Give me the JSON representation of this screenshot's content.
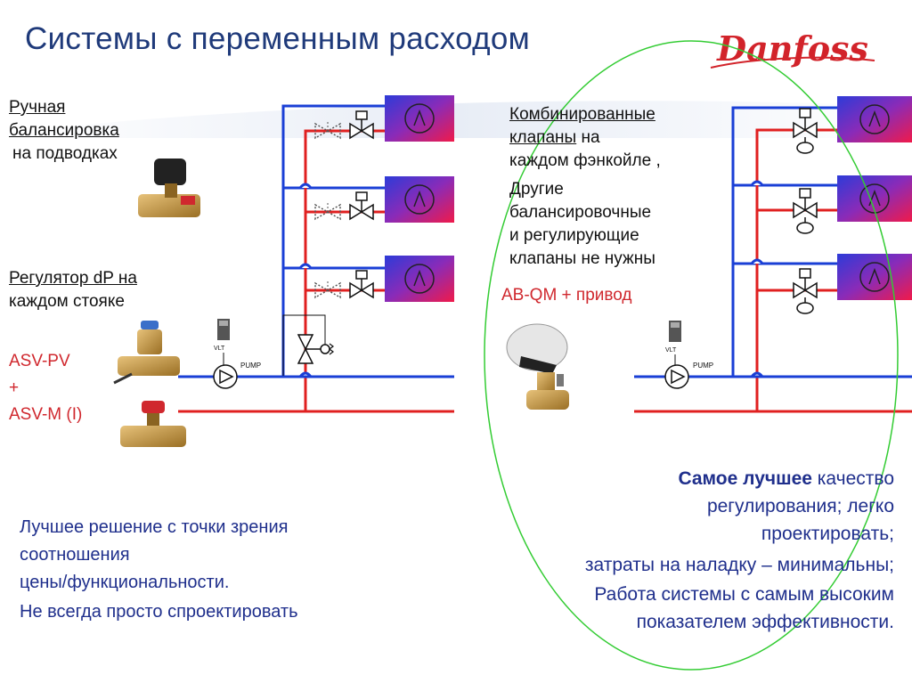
{
  "title": "Системы с переменным расходом",
  "logo": {
    "text": "Danfoss"
  },
  "left_panel": {
    "manual_balancing_line1": "Ручная",
    "manual_balancing_line2": "балансировка",
    "manual_balancing_line3": "на подводках",
    "dp_regulator_line1": "Регулятор dP на",
    "dp_regulator_line2": "каждом стояке",
    "asv_pv": "ASV-PV",
    "plus": "+",
    "asv_m": "ASV-M (I)"
  },
  "right_panel": {
    "combined_line1": "Комбинированные",
    "combined_line2a": "клапаны",
    "combined_line2b": " на",
    "combined_line3": "каждом фэнкойле ,",
    "other_line1": "Другие",
    "other_line2": "балансировочные",
    "other_line3": "и регулирующие",
    "other_line4": "клапаны не нужны",
    "abqm": "AB-QM + привод"
  },
  "diagram": {
    "pump_label": "PUMP",
    "vlt_label": "VLT"
  },
  "bottom_left": {
    "line1": "Лучшее решение с точки зрения",
    "line2": "соотношения",
    "line3": "цены/функциональности.",
    "line4": "Не всегда просто спроектировать"
  },
  "bottom_right": {
    "best_bold": "Самое лучшее",
    "best_rest": " качество",
    "line2": "регулирования; легко",
    "line3": "проектировать;",
    "line4": "затраты на наладку – минимальны;",
    "line5": "Работа системы с самым высоким",
    "line6": "показателем эффективности."
  },
  "colors": {
    "title": "#1f3a7a",
    "supply_pipe": "#e02020",
    "return_pipe": "#1a3fd6",
    "highlight_ellipse": "#33cc33",
    "accent_red": "#d0282e",
    "accent_navy": "#1f2f8c"
  }
}
